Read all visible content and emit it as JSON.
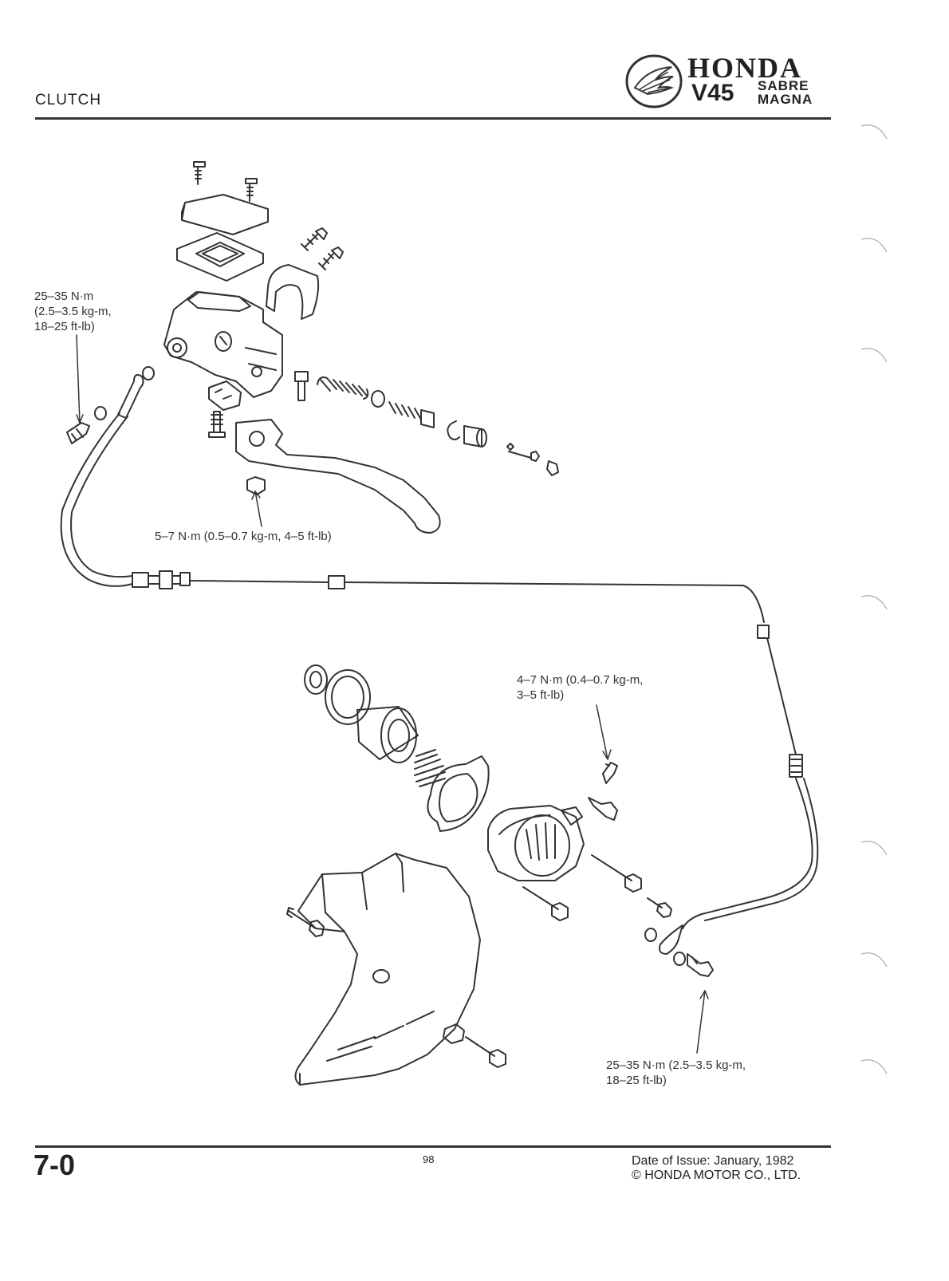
{
  "header": {
    "section_title": "CLUTCH",
    "brand": {
      "name": "HONDA",
      "model": "V45",
      "variant_1": "SABRE",
      "variant_2": "MAGNA"
    }
  },
  "callouts": {
    "torque_upper_bolt": "25–35 N·m\n(2.5–3.5 kg-m,\n18–25 ft-lb)",
    "torque_lever_nut": "5–7 N·m (0.5–0.7 kg-m, 4–5 ft-lb)",
    "torque_bleeder": "4–7 N·m (0.4–0.7 kg-m,\n3–5 ft-lb)",
    "torque_lower_bolt": "25–35 N·m (2.5–3.5 kg-m,\n18–25 ft-lb)"
  },
  "footer": {
    "section_number": "7-0",
    "page_number": "98",
    "date_of_issue": "Date of Issue: January, 1982",
    "copyright": "© HONDA MOTOR CO., LTD."
  }
}
